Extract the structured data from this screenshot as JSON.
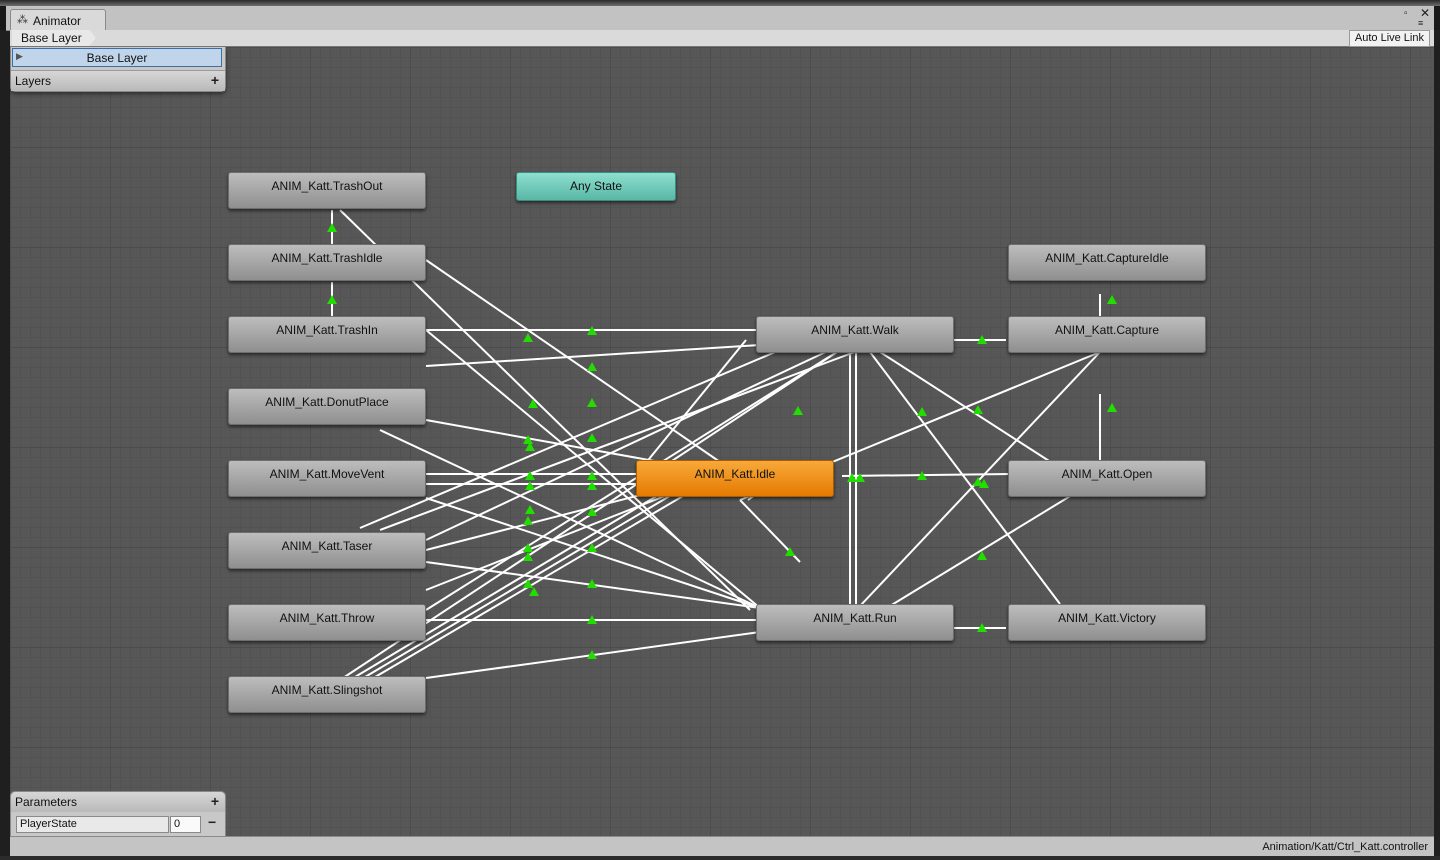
{
  "window": {
    "tab_label": "Animator",
    "tab_icon": "animator-icon",
    "menu_icon": "window-menu-icon",
    "maximize_icon": "maximize-icon",
    "close_icon": "close-icon"
  },
  "toolbar": {
    "breadcrumb": "Base Layer",
    "auto_live_link": "Auto Live Link"
  },
  "layers_panel": {
    "active_layer": "Base Layer",
    "header": "Layers",
    "add_label": "+"
  },
  "parameters_panel": {
    "header": "Parameters",
    "add_label": "+",
    "items": [
      {
        "name": "PlayerState",
        "value": "0",
        "remove_label": "−"
      }
    ]
  },
  "states": {
    "trashout": "ANIM_Katt.TrashOut",
    "anystate": "Any State",
    "trashidle": "ANIM_Katt.TrashIdle",
    "captureidle": "ANIM_Katt.CaptureIdle",
    "trashin": "ANIM_Katt.TrashIn",
    "walk": "ANIM_Katt.Walk",
    "capture": "ANIM_Katt.Capture",
    "donutplace": "ANIM_Katt.DonutPlace",
    "movevent": "ANIM_Katt.MoveVent",
    "idle": "ANIM_Katt.Idle",
    "open": "ANIM_Katt.Open",
    "taser": "ANIM_Katt.Taser",
    "throw": "ANIM_Katt.Throw",
    "run": "ANIM_Katt.Run",
    "victory": "ANIM_Katt.Victory",
    "slingshot": "ANIM_Katt.Slingshot"
  },
  "default_state": "ANIM_Katt.Idle",
  "colors": {
    "canvas": "#575757",
    "transition_line": "#ffffff",
    "transition_arrow": "#22dd00",
    "default_state": "#ee8a12",
    "any_state": "#6fcab9",
    "selected_layer": "#c0d4ea"
  },
  "statusbar": {
    "path": "Animation/Katt/Ctrl_Katt.controller"
  }
}
